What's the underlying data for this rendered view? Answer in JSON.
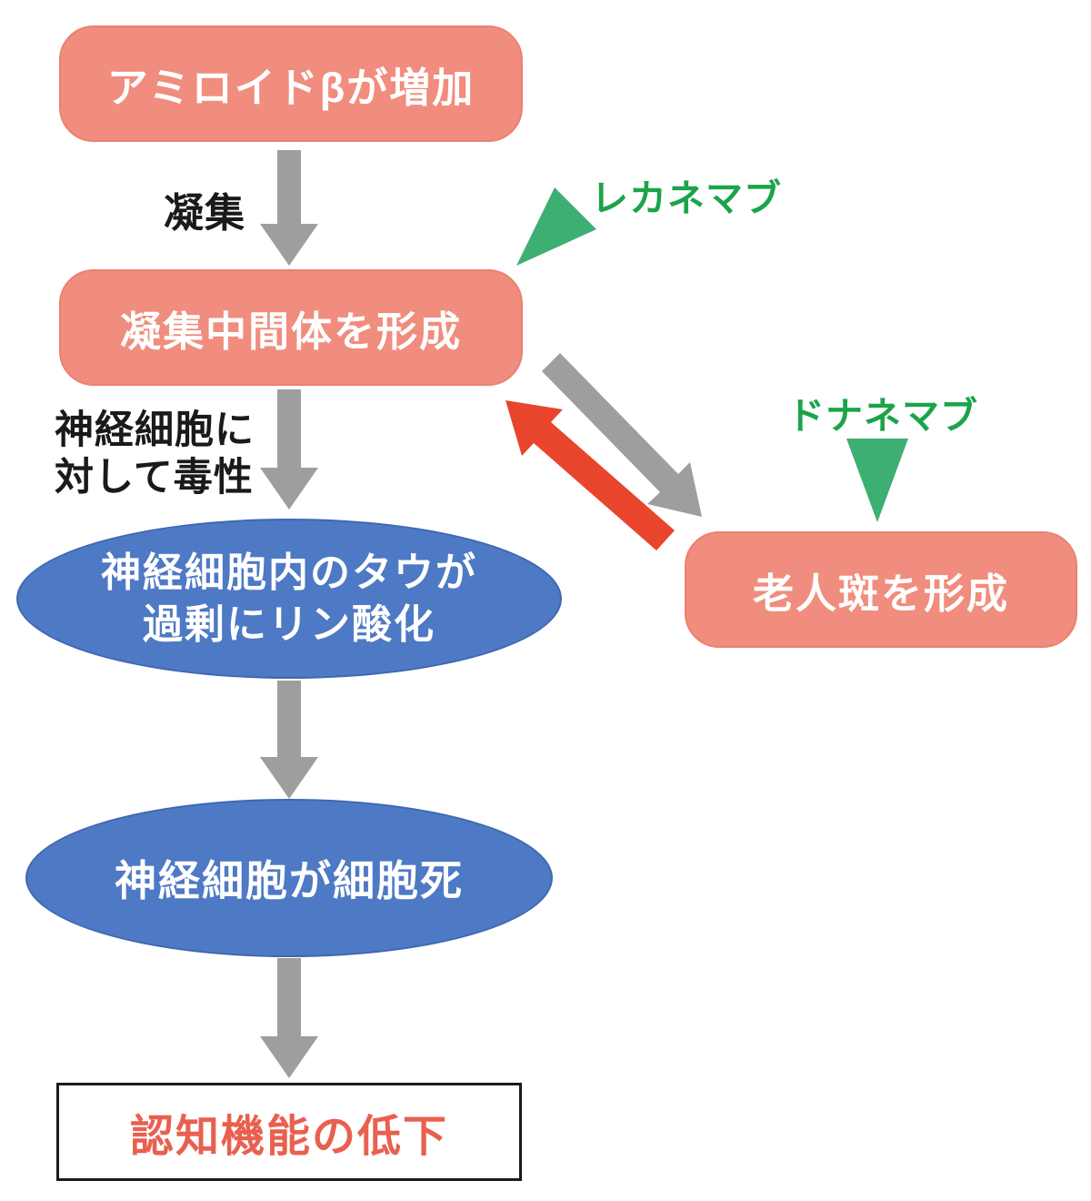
{
  "diagram": {
    "description_nodes": {
      "amyloid": {
        "label": "アミロイドβが増加"
      },
      "intermediate": {
        "label": "凝集中間体を形成"
      },
      "plaque": {
        "label": "老人斑を形成"
      },
      "tau": {
        "line1": "神経細胞内のタウが",
        "line2": "過剰にリン酸化"
      },
      "death": {
        "label": "神経細胞が細胞死"
      },
      "cognition": {
        "label": "認知機能の低下"
      }
    },
    "edge_labels": {
      "aggregation": "凝集",
      "toxicity_line1": "神経細胞に",
      "toxicity_line2": "対して毒性"
    },
    "drugs": {
      "lecanemab": "レカネマブ",
      "donanemab": "ドナネマブ"
    }
  },
  "colors": {
    "background": "#FFFFFF",
    "salmon": "#F08D7E",
    "salmon_border": "#EC8070",
    "blue": "#4E79C5",
    "blue_border": "#3F68B0",
    "gray": "#9E9E9E",
    "red": "#E8452C",
    "green": "#3EAF72",
    "green_text": "#1BA44A",
    "red_text": "#E96050",
    "black_text": "#1A1A1A",
    "box_border_black": "#1B1B1B"
  }
}
